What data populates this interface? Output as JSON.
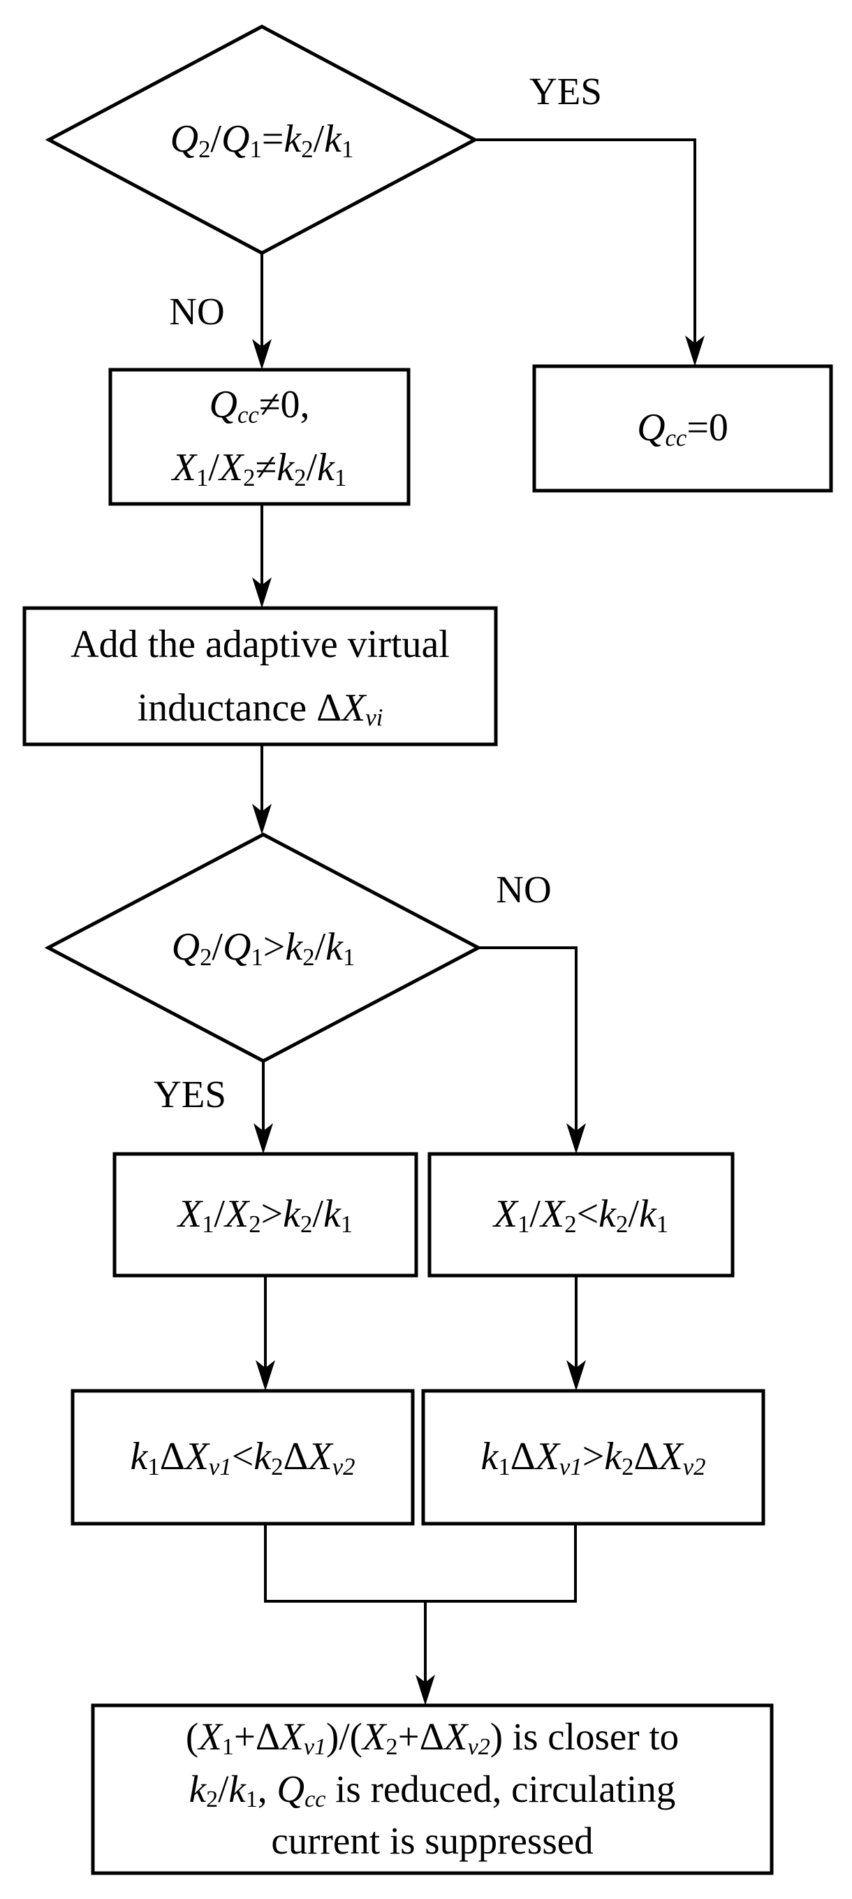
{
  "page": {
    "background": "#ffffff",
    "ink": "#000000"
  },
  "flowchart": {
    "decision1": {
      "name": "first decision diamond",
      "segments": [
        {
          "t": "Q",
          "it": true
        },
        {
          "t": "2",
          "sub": true
        },
        {
          "t": "/"
        },
        {
          "t": "Q",
          "it": true
        },
        {
          "t": "1",
          "sub": true
        },
        {
          "t": "="
        },
        {
          "t": "k",
          "it": true
        },
        {
          "t": "2",
          "sub": true
        },
        {
          "t": "/"
        },
        {
          "t": "k",
          "it": true
        },
        {
          "t": "1",
          "sub": true
        }
      ]
    },
    "label_yes1": "YES",
    "label_no1": "NO",
    "box_qcc_zero": {
      "segments": [
        {
          "t": "Q",
          "it": true
        },
        {
          "t": "cc",
          "sub": true,
          "it": true
        },
        {
          "t": "=0"
        }
      ]
    },
    "box_qcc_nonzero": {
      "lines": [
        [
          {
            "t": "Q",
            "it": true
          },
          {
            "t": "cc",
            "sub": true,
            "it": true
          },
          {
            "t": "≠0,"
          }
        ],
        [
          {
            "t": "X",
            "it": true
          },
          {
            "t": "1",
            "sub": true
          },
          {
            "t": "/"
          },
          {
            "t": "X",
            "it": true
          },
          {
            "t": "2",
            "sub": true
          },
          {
            "t": "≠"
          },
          {
            "t": "k",
            "it": true
          },
          {
            "t": "2",
            "sub": true
          },
          {
            "t": "/"
          },
          {
            "t": "k",
            "it": true
          },
          {
            "t": "1",
            "sub": true
          }
        ]
      ]
    },
    "box_add_inductance": {
      "lines": [
        [
          {
            "t": "Add the adaptive virtual"
          }
        ],
        [
          {
            "t": "inductance Δ"
          },
          {
            "t": "X",
            "it": true
          },
          {
            "t": "vi",
            "sub": true,
            "it": true
          }
        ]
      ]
    },
    "decision2": {
      "name": "second decision diamond",
      "segments": [
        {
          "t": "Q",
          "it": true
        },
        {
          "t": "2",
          "sub": true
        },
        {
          "t": "/"
        },
        {
          "t": "Q",
          "it": true
        },
        {
          "t": "1",
          "sub": true
        },
        {
          "t": ">"
        },
        {
          "t": "k",
          "it": true
        },
        {
          "t": "2",
          "sub": true
        },
        {
          "t": "/"
        },
        {
          "t": "k",
          "it": true
        },
        {
          "t": "1",
          "sub": true
        }
      ]
    },
    "label_yes2": "YES",
    "label_no2": "NO",
    "box_x_ratio_gt": {
      "segments": [
        {
          "t": "X",
          "it": true
        },
        {
          "t": "1",
          "sub": true
        },
        {
          "t": "/"
        },
        {
          "t": "X",
          "it": true
        },
        {
          "t": "2",
          "sub": true
        },
        {
          "t": ">"
        },
        {
          "t": "k",
          "it": true
        },
        {
          "t": "2",
          "sub": true
        },
        {
          "t": "/"
        },
        {
          "t": "k",
          "it": true
        },
        {
          "t": "1",
          "sub": true
        }
      ]
    },
    "box_x_ratio_lt": {
      "segments": [
        {
          "t": "X",
          "it": true
        },
        {
          "t": "1",
          "sub": true
        },
        {
          "t": "/"
        },
        {
          "t": "X",
          "it": true
        },
        {
          "t": "2",
          "sub": true
        },
        {
          "t": "<"
        },
        {
          "t": "k",
          "it": true
        },
        {
          "t": "2",
          "sub": true
        },
        {
          "t": "/"
        },
        {
          "t": "k",
          "it": true
        },
        {
          "t": "1",
          "sub": true
        }
      ]
    },
    "box_k_product_lt": {
      "segments": [
        {
          "t": "k",
          "it": true
        },
        {
          "t": "1",
          "sub": true
        },
        {
          "t": "Δ"
        },
        {
          "t": "X",
          "it": true
        },
        {
          "t": "v1",
          "sub": true,
          "it": true
        },
        {
          "t": "<"
        },
        {
          "t": "k",
          "it": true
        },
        {
          "t": "2",
          "sub": true
        },
        {
          "t": "Δ"
        },
        {
          "t": "X",
          "it": true
        },
        {
          "t": "v2",
          "sub": true,
          "it": true
        }
      ]
    },
    "box_k_product_gt": {
      "segments": [
        {
          "t": "k",
          "it": true
        },
        {
          "t": "1",
          "sub": true
        },
        {
          "t": "Δ"
        },
        {
          "t": "X",
          "it": true
        },
        {
          "t": "v1",
          "sub": true,
          "it": true
        },
        {
          "t": ">"
        },
        {
          "t": "k",
          "it": true
        },
        {
          "t": "2",
          "sub": true
        },
        {
          "t": "Δ"
        },
        {
          "t": "X",
          "it": true
        },
        {
          "t": "v2",
          "sub": true,
          "it": true
        }
      ]
    },
    "box_conclusion": {
      "lines": [
        [
          {
            "t": "("
          },
          {
            "t": "X",
            "it": true
          },
          {
            "t": "1",
            "sub": true
          },
          {
            "t": "+Δ"
          },
          {
            "t": "X",
            "it": true
          },
          {
            "t": "v1",
            "sub": true,
            "it": true
          },
          {
            "t": ")/("
          },
          {
            "t": "X",
            "it": true
          },
          {
            "t": "2",
            "sub": true
          },
          {
            "t": "+Δ"
          },
          {
            "t": "X",
            "it": true
          },
          {
            "t": "v2",
            "sub": true,
            "it": true
          },
          {
            "t": ") is closer to"
          }
        ],
        [
          {
            "t": "k",
            "it": true
          },
          {
            "t": "2",
            "sub": true
          },
          {
            "t": "/"
          },
          {
            "t": "k",
            "it": true
          },
          {
            "t": "1",
            "sub": true
          },
          {
            "t": ", "
          },
          {
            "t": "Q",
            "it": true
          },
          {
            "t": "cc",
            "sub": true,
            "it": true
          },
          {
            "t": " is reduced, circulating"
          }
        ],
        [
          {
            "t": "current is suppressed"
          }
        ]
      ]
    }
  }
}
